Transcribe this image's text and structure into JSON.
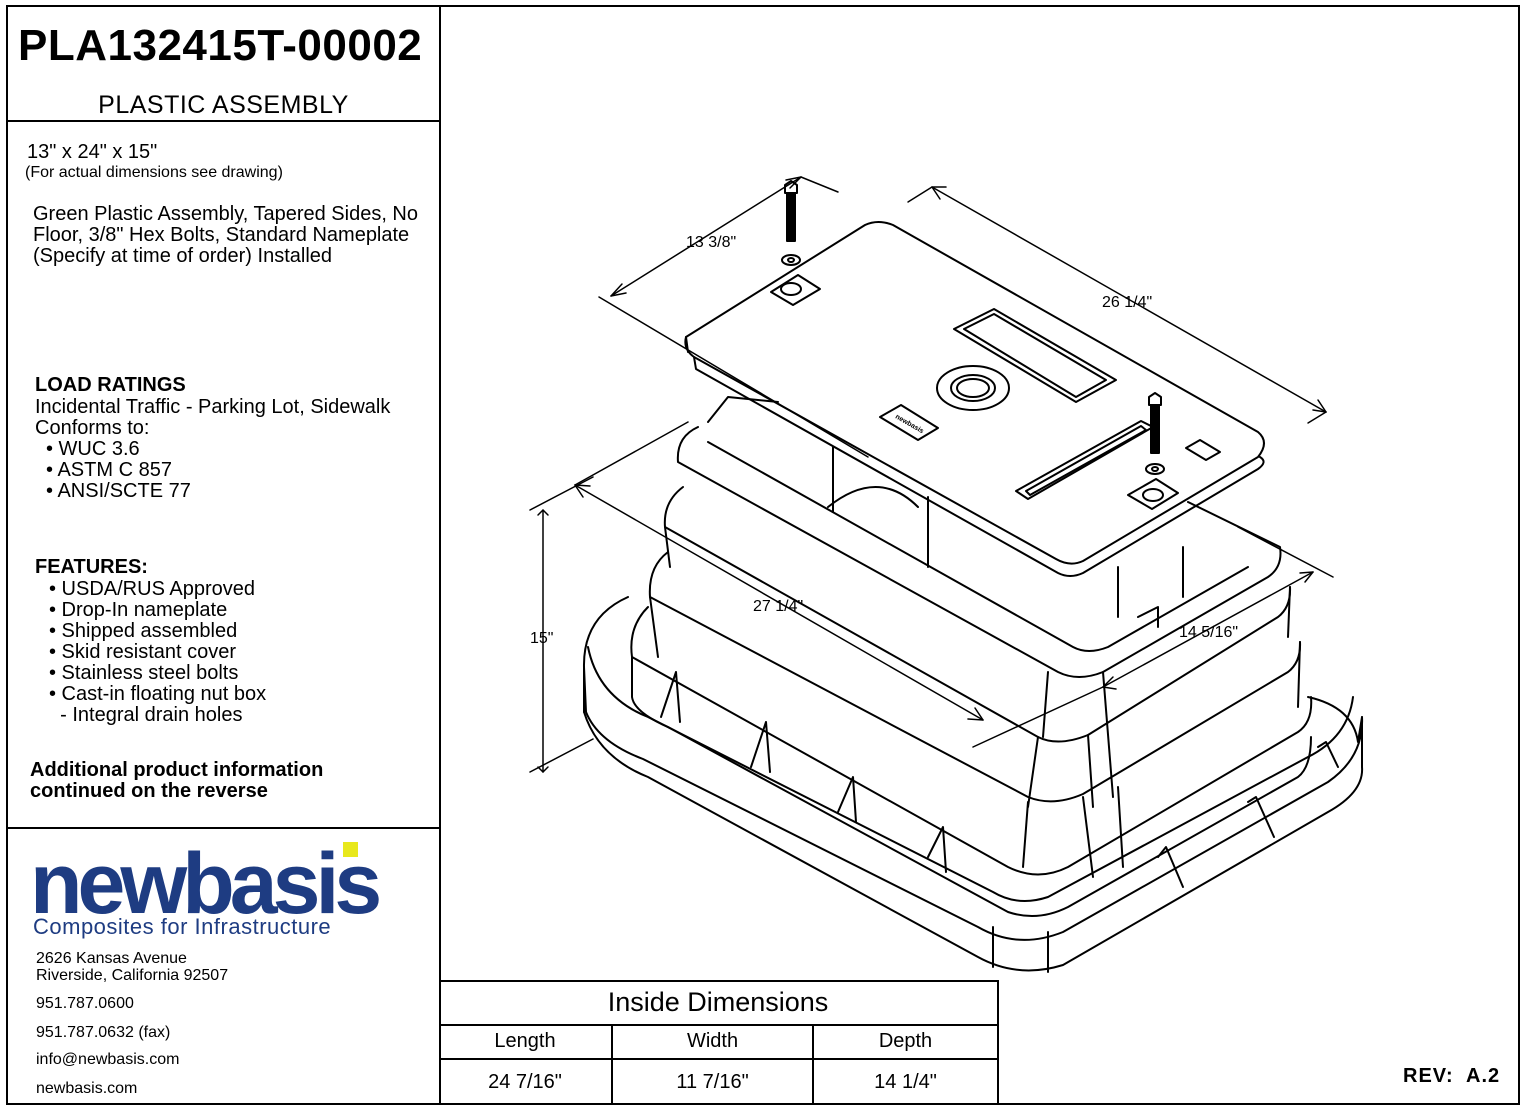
{
  "title_block": {
    "part_number": "PLA132415T-00002",
    "part_type": "PLASTIC  ASSEMBLY"
  },
  "nominal_size": "13\" x 24\" x 15\"",
  "size_note": "(For actual dimensions see drawing)",
  "description": "Green Plastic Assembly, Tapered Sides, No Floor, 3/8\" Hex Bolts, Standard Nameplate (Specify at time of order) Installed",
  "load_ratings": {
    "title": "LOAD RATINGS",
    "line1": "Incidental Traffic - Parking Lot, Sidewalk",
    "line2": "Conforms to:",
    "items": [
      "• WUC 3.6",
      "• ASTM C 857",
      "• ANSI/SCTE 77"
    ]
  },
  "features": {
    "title": "FEATURES:",
    "items": [
      "• USDA/RUS Approved",
      "• Drop-In nameplate",
      "• Shipped assembled",
      "• Skid resistant cover",
      "• Stainless steel bolts",
      "• Cast-in floating nut box",
      "  - Integral drain holes"
    ]
  },
  "additional_info": {
    "line1": "Additional product information",
    "line2": "continued on the reverse"
  },
  "company": {
    "logo_text": "newbasis",
    "tagline": "Composites for Infrastructure",
    "address1": "2626 Kansas Avenue",
    "address2": "Riverside, California  92507",
    "phone": "951.787.0600",
    "fax": "951.787.0632 (fax)",
    "email": "info@newbasis.com",
    "website": "newbasis.com",
    "brand_color": "#1e3c82",
    "accent_color": "#e8e81c"
  },
  "drawing": {
    "cover_width": "13 3/8\"",
    "cover_length": "26 1/4\"",
    "height": "15\"",
    "body_length": "27 1/4\"",
    "body_width": "14 5/16\"",
    "cover_logo": "newbasis"
  },
  "inside_dimensions": {
    "title": "Inside Dimensions",
    "headers": [
      "Length",
      "Width",
      "Depth"
    ],
    "values": [
      "24 7/16\"",
      "11 7/16\"",
      "14 1/4\""
    ]
  },
  "revision": "REV:  A.2"
}
